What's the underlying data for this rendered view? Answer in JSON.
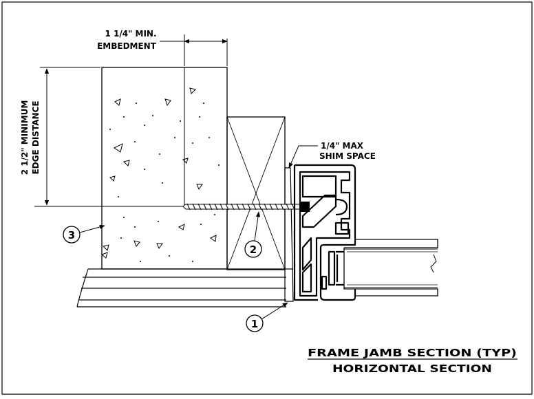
{
  "labels": {
    "embedment_line1": "1 1/4\" MIN.",
    "embedment_line2": "EMBEDMENT",
    "edge_line1": "2 1/2\" MINIMUM",
    "edge_line2": "EDGE DISTANCE",
    "shim_line1": "1/4\" MAX",
    "shim_line2": "SHIM SPACE",
    "title_line1": "FRAME JAMB SECTION (TYP)",
    "title_line2": "HORIZONTAL SECTION"
  },
  "callouts": {
    "c1": "1",
    "c2": "2",
    "c3": "3"
  }
}
